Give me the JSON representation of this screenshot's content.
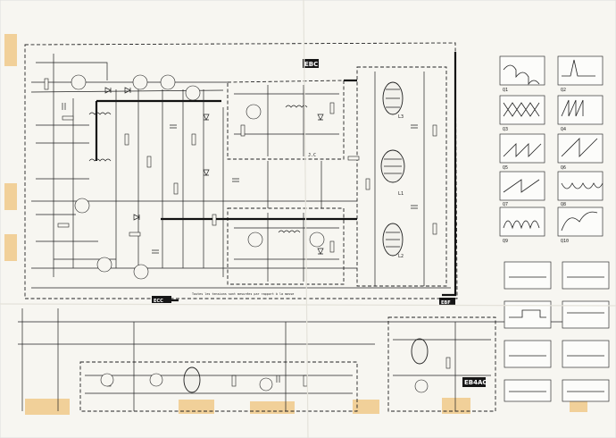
{
  "labels": {
    "ebc": "EBC",
    "ecc": "ECC",
    "ebf": "EBF",
    "eb4": "EB4AC",
    "footnote": "Toutes les tensions sont mesurées par rapport à la masse",
    "tube1": "L1",
    "tube2": "L2",
    "tube3": "L3",
    "junction": "J.C",
    "scale1": "Q1",
    "scale2": "Q2",
    "scale3": "Q3",
    "scale4": "Q4",
    "scale5": "Q5",
    "scale6": "Q6",
    "scale7": "Q7",
    "scale8": "Q8",
    "scale9": "Q9",
    "scale10": "Q10"
  }
}
